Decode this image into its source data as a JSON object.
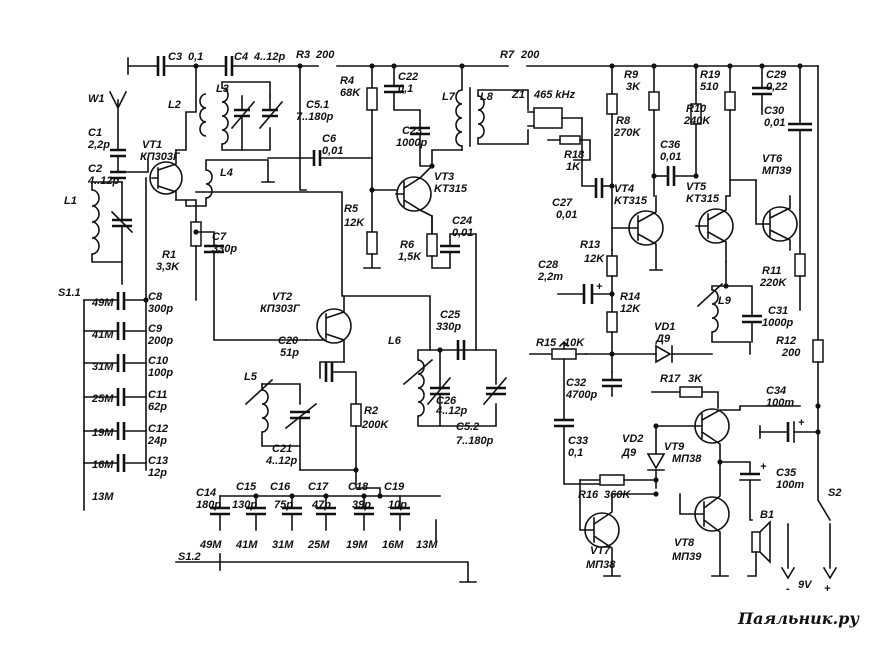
{
  "diagram": {
    "labels": {
      "C3": "C3",
      "C3v": "0,1",
      "C4": "C4",
      "C4v": "4..12p",
      "R3": "R3",
      "R3v": "200",
      "R7": "R7",
      "R7v": "200",
      "W1": "W1",
      "C1": "C1",
      "C1v": "2,2p",
      "C2": "C2",
      "C2v": "4..12p",
      "VT1": "VT1",
      "VT1v": "КП303Г",
      "L1": "L1",
      "L2": "L2",
      "L3": "L3",
      "L4": "L4",
      "C51": "C5.1",
      "C51v": "7..180p",
      "R4": "R4",
      "R4v": "68K",
      "C22": "C22",
      "C22v": "0,1",
      "C23": "C23",
      "C23v": "1000p",
      "L7": "L7",
      "L8": "L8",
      "Z1": "Z1",
      "Z1v": "465 kHz",
      "R8": "R8",
      "R8v": "270K",
      "R18": "R18",
      "R18v": "1K",
      "R9": "R9",
      "R9v": "3K",
      "R19": "R19",
      "R19v": "510",
      "C29": "C29",
      "C29v": "0,22",
      "R10": "R10",
      "R10v": "240K",
      "C30": "C30",
      "C30v": "0,01",
      "C6": "C6",
      "C6v": "0,01",
      "VT3": "VT3",
      "VT3v": "KT315",
      "C36": "C36",
      "C36v": "0,01",
      "VT6": "VT6",
      "VT6v": "МП39",
      "R5": "R5",
      "R5v": "12K",
      "C24": "C24",
      "C24v": "0,01",
      "C27": "C27",
      "C27v": "0,01",
      "VT4": "VT4",
      "VT4v": "KT315",
      "VT5": "VT5",
      "VT5v": "KT315",
      "C7": "C7",
      "C7v": "330p",
      "R1": "R1",
      "R1v": "3,3K",
      "R6": "R6",
      "R6v": "1,5K",
      "R13": "R13",
      "R13v": "12K",
      "C28": "C28",
      "C28v": "2,2m",
      "R11": "R11",
      "R11v": "220K",
      "S11": "S1.1",
      "C8": "C8",
      "C8v": "300p",
      "B49": "49M",
      "VT2": "VT2",
      "VT2v": "КП303Г",
      "R14": "R14",
      "R14v": "12K",
      "C9": "C9",
      "C9v": "200p",
      "B41": "41M",
      "C25": "C25",
      "C25v": "330p",
      "L9": "L9",
      "C31": "C31",
      "C31v": "1000p",
      "L6": "L6",
      "VD1": "VD1",
      "VD1v": "Д9",
      "C10": "C10",
      "C10v": "100p",
      "B31": "31M",
      "C20": "C20",
      "C20v": "51p",
      "R15": "R15",
      "R15v": "10K",
      "R12": "R12",
      "R12v": "200",
      "L5": "L5",
      "C32": "C32",
      "C32v": "4700p",
      "R17": "R17",
      "R17v": "3K",
      "C34": "C34",
      "C34v": "100m",
      "C11": "C11",
      "C11v": "62p",
      "B25": "25M",
      "C26": "C26",
      "C26v": "4..12p",
      "R2": "R2",
      "R2v": "200K",
      "C12": "C12",
      "C12v": "24p",
      "B19": "19M",
      "C21": "C21",
      "C21v": "4..12p",
      "C52": "C5.2",
      "C52v": "7..180p",
      "C33": "C33",
      "C33v": "0,1",
      "VD2": "VD2",
      "VD2v": "Д9",
      "VT9": "VT9",
      "VT9v": "МП38",
      "C13": "C13",
      "C13v": "12p",
      "B16": "16M",
      "C35": "C35",
      "C35v": "100m",
      "R16": "R16",
      "R16v": "360K",
      "S2": "S2",
      "B13": "13M",
      "C14": "C14",
      "C14v": "180p",
      "C15": "C15",
      "C15v": "130p",
      "C16": "C16",
      "C16v": "75p",
      "C17": "C17",
      "C17v": "47p",
      "C18": "C18",
      "C18v": "39p",
      "C19": "C19",
      "C19v": "10p",
      "B1": "B1",
      "VT7": "VT7",
      "VT7v": "МП38",
      "VT8": "VT8",
      "VT8v": "МП39",
      "S12": "S1.2",
      "bb49": "49M",
      "bb41": "41M",
      "bb31": "31M",
      "bb25": "25M",
      "bb19": "19M",
      "bb16": "16M",
      "bb13": "13M",
      "minus": "-",
      "volt": "9V",
      "plus": "+",
      "cap_plus_c28": "+",
      "cap_plus_c34": "+",
      "cap_plus_c35": "+"
    },
    "watermark": "Паяльник.ру"
  }
}
